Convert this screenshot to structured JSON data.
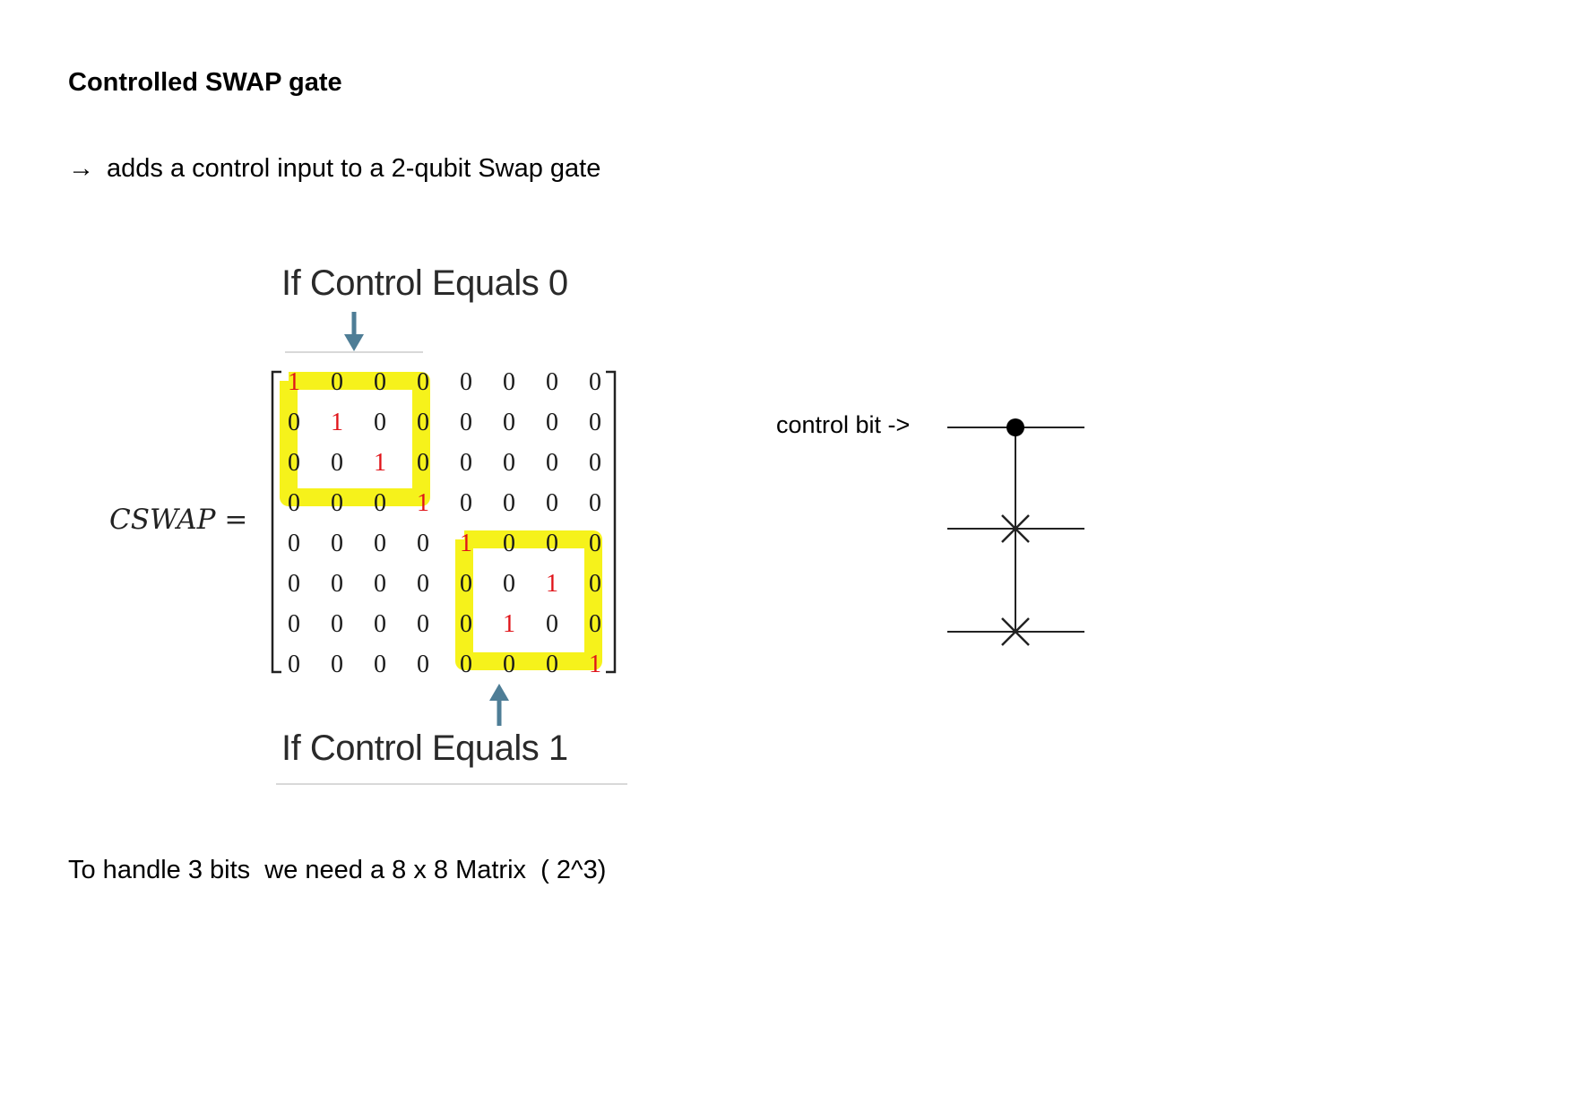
{
  "document": {
    "title": "Controlled SWAP gate",
    "bullet_arrow": "→",
    "bullet_text": "adds a control input to a 2-qubit Swap gate",
    "footnote": "To handle 3 bits  we need a 8 x 8 Matrix  ( 2^3)"
  },
  "matrix_figure": {
    "top_label": "If Control Equals 0",
    "bottom_label": "If Control Equals 1",
    "lhs": "CSWAP =",
    "rows": [
      [
        "1",
        "0",
        "0",
        "0",
        "0",
        "0",
        "0",
        "0"
      ],
      [
        "0",
        "1",
        "0",
        "0",
        "0",
        "0",
        "0",
        "0"
      ],
      [
        "0",
        "0",
        "1",
        "0",
        "0",
        "0",
        "0",
        "0"
      ],
      [
        "0",
        "0",
        "0",
        "1",
        "0",
        "0",
        "0",
        "0"
      ],
      [
        "0",
        "0",
        "0",
        "0",
        "1",
        "0",
        "0",
        "0"
      ],
      [
        "0",
        "0",
        "0",
        "0",
        "0",
        "0",
        "1",
        "0"
      ],
      [
        "0",
        "0",
        "0",
        "0",
        "0",
        "1",
        "0",
        "0"
      ],
      [
        "0",
        "0",
        "0",
        "0",
        "0",
        "0",
        "0",
        "1"
      ]
    ],
    "one_color": "#e0141a",
    "zero_color": "#1a1a1a",
    "highlight_color": "#f6f21b",
    "arrow_color": "#4e7d96"
  },
  "circuit": {
    "control_label": "control bit ->",
    "gates": [
      "control-dot",
      "swap-cross",
      "swap-cross"
    ]
  }
}
